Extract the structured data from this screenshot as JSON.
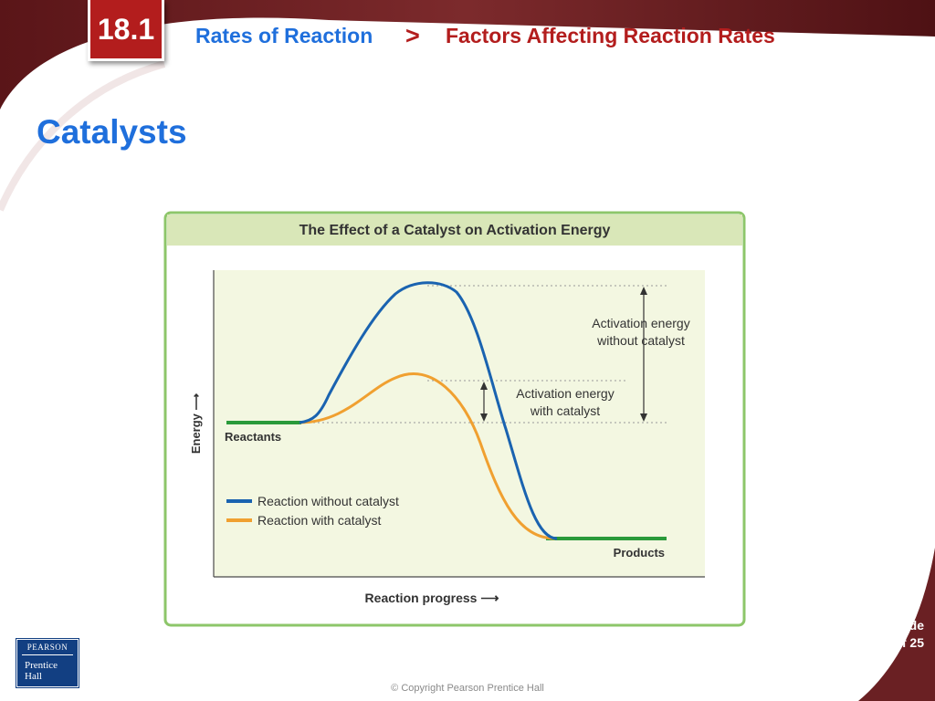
{
  "header": {
    "section_number": "18.1",
    "breadcrumb_chapter": "Rates of Reaction",
    "breadcrumb_separator": ">",
    "breadcrumb_topic": "Factors Affecting Reaction Rates"
  },
  "slide": {
    "title": "Catalysts",
    "counter_label": "Slide",
    "counter_value": "18 of 25"
  },
  "figure": {
    "title": "The Effect of a Catalyst on Activation Energy",
    "y_axis_label": "Energy ⟶",
    "x_axis_label": "Reaction progress ⟶",
    "reactants_label": "Reactants",
    "products_label": "Products",
    "annotation_without_line1": "Activation energy",
    "annotation_without_line2": "without catalyst",
    "annotation_with_line1": "Activation energy",
    "annotation_with_line2": "with catalyst",
    "legend_without": "Reaction without catalyst",
    "legend_with": "Reaction with catalyst"
  },
  "logo": {
    "top": "PEARSON",
    "bottom": "Prentice\nHall"
  },
  "footer": {
    "copyright": "© Copyright Pearson Prentice Hall"
  },
  "colors": {
    "accent_blue": "#1f6fdc",
    "accent_red": "#b31d1d",
    "curve_without": "#1a63b0",
    "curve_with": "#f0a030",
    "baseline_green": "#2a9a3a",
    "figure_border": "#8dc66a",
    "plot_bg": "#f3f7e1"
  }
}
